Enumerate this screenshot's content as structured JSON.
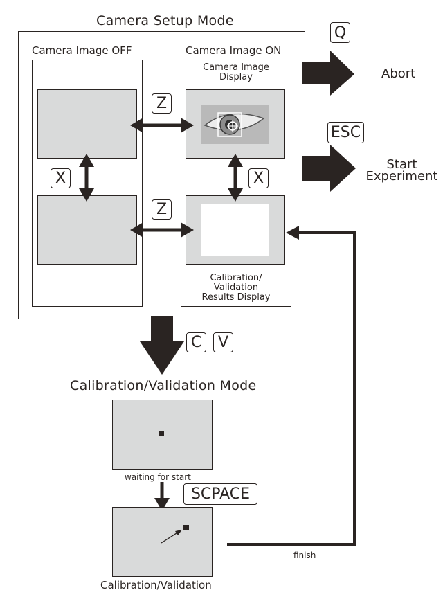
{
  "setup": {
    "title": "Camera Setup Mode",
    "off_panel_title": "Camera Image OFF",
    "on_panel_title": "Camera Image ON",
    "camera_display_label_1": "Camera Image",
    "camera_display_label_2": "Display",
    "results_label_1": "Calibration/",
    "results_label_2": "Validation",
    "results_label_3": "Results Display"
  },
  "keys": {
    "q": "Q",
    "esc": "ESC",
    "z_top": "Z",
    "z_bottom": "Z",
    "x_left": "X",
    "x_right": "X",
    "c": "C",
    "v": "V",
    "space": "SCPACE"
  },
  "outcomes": {
    "abort": "Abort",
    "start_line1": "Start",
    "start_line2": "Experiment"
  },
  "calibration": {
    "title": "Calibration/Validation Mode",
    "waiting_label": "waiting for start",
    "running_label": "Calibration/Validation",
    "finish_label": "finish"
  },
  "colors": {
    "ink": "#2a2422",
    "screen_gray": "#d9dada"
  }
}
